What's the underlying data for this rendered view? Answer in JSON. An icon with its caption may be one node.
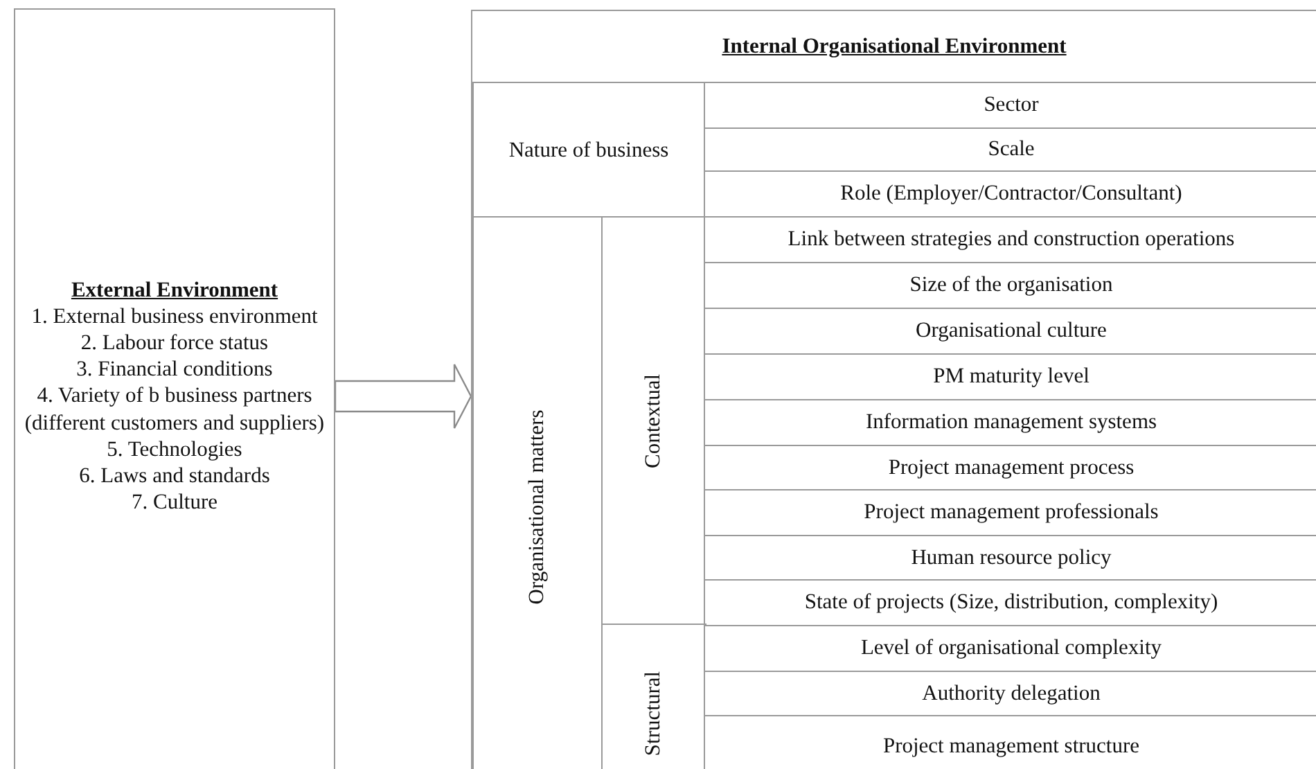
{
  "diagram": {
    "nodes": [
      {
        "text": [
          "External Environment",
          "1. External business environment",
          "2. Labour force status",
          "3. Financial conditions",
          "4. Variety of b business partners (different customers and suppliers)",
          "5. Technologies",
          "6. Laws and standards",
          "7. Culture"
        ]
      },
      {
        "text": [
          "Internal Organisational Environment"
        ]
      },
      {
        "text": [
          "Nature of business"
        ],
        "in": 1
      },
      {
        "text": [
          "Sector"
        ],
        "in": 1
      },
      {
        "text": [
          "Scale"
        ],
        "in": 1
      },
      {
        "text": [
          "Role (Employer/Contractor/Consultant)"
        ],
        "in": 1
      },
      {
        "text": [
          "Organisational matters"
        ],
        "in": 1
      },
      {
        "text": [
          "Contextual"
        ],
        "in": 1
      },
      {
        "text": [
          "Link between strategies and construction operations"
        ],
        "in": 1
      },
      {
        "text": [
          "Size of the organisation"
        ],
        "in": 1
      },
      {
        "text": [
          "Organisational culture"
        ],
        "in": 1
      },
      {
        "text": [
          "PM maturity level"
        ],
        "in": 1
      },
      {
        "text": [
          "Information management systems"
        ],
        "in": 1
      },
      {
        "text": [
          "Project management process"
        ],
        "in": 1
      },
      {
        "text": [
          "Project management professionals"
        ],
        "in": 1
      },
      {
        "text": [
          "Human resource policy"
        ],
        "in": 1
      },
      {
        "text": [
          "State of projects (Size, distribution, complexity)"
        ],
        "in": 1
      },
      {
        "text": [
          "Structural"
        ],
        "in": 1
      },
      {
        "text": [
          "Level of organisational complexity"
        ],
        "in": 1
      },
      {
        "text": [
          "Authority delegation"
        ],
        "in": 1
      },
      {
        "text": [
          "Project management structure"
        ],
        "in": 1
      }
    ],
    "edges": [
      {
        "from": 0,
        "to": 1,
        "arrow": "to",
        "style": "thick"
      }
    ]
  }
}
